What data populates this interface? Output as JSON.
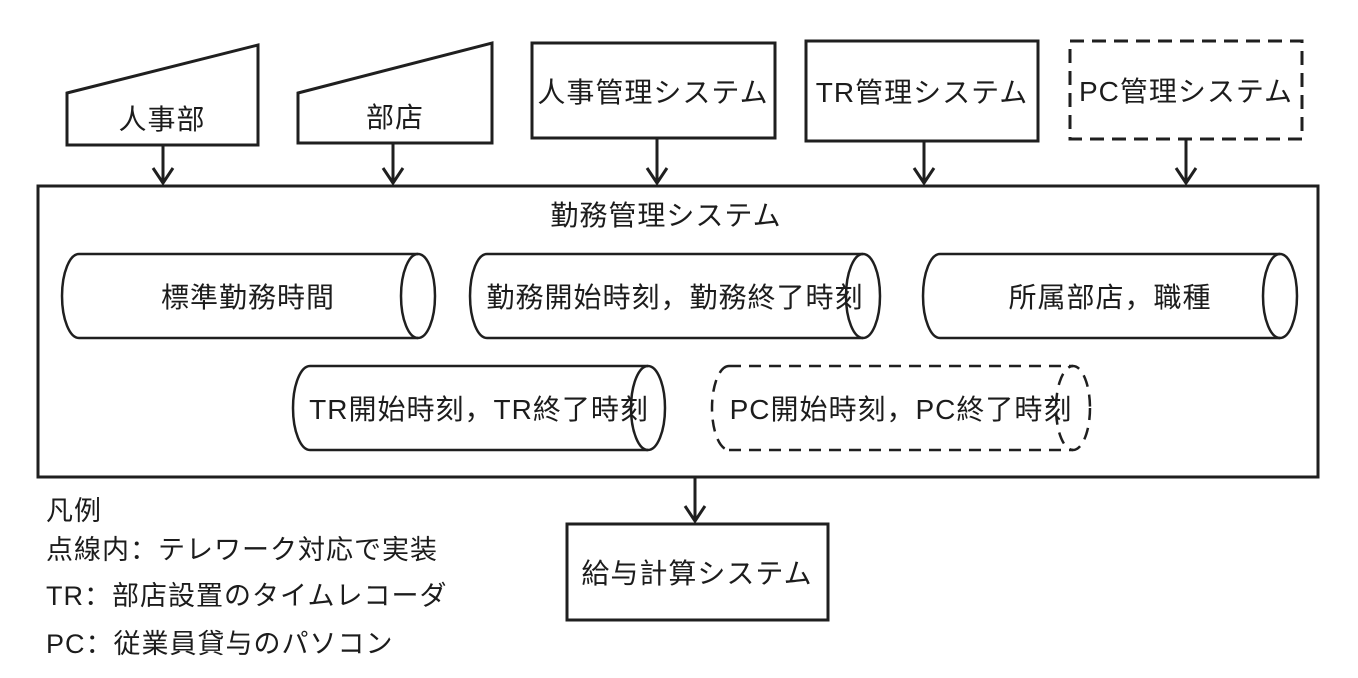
{
  "page": {
    "background": "#ffffff",
    "line_color": "#1f1f1f"
  },
  "sources": {
    "hr_dept": "人事部",
    "branch": "部店",
    "hr_system": "人事管理システム",
    "tr_system": "TR管理システム",
    "pc_system": "PC管理システム"
  },
  "main_system": {
    "title": "勤務管理システム"
  },
  "datastores": {
    "standard_hours": "標準勤務時間",
    "work_times": "勤務開始時刻，勤務終了時刻",
    "branch_job": "所属部店，職種",
    "tr_times": "TR開始時刻，TR終了時刻",
    "pc_times": "PC開始時刻，PC終了時刻"
  },
  "output_system": {
    "label": "給与計算システム"
  },
  "legend": {
    "title": "凡例",
    "items": [
      "点線内：テレワーク対応で実装",
      "TR：部店設置のタイムレコーダ",
      "PC：従業員貸与のパソコン"
    ]
  }
}
